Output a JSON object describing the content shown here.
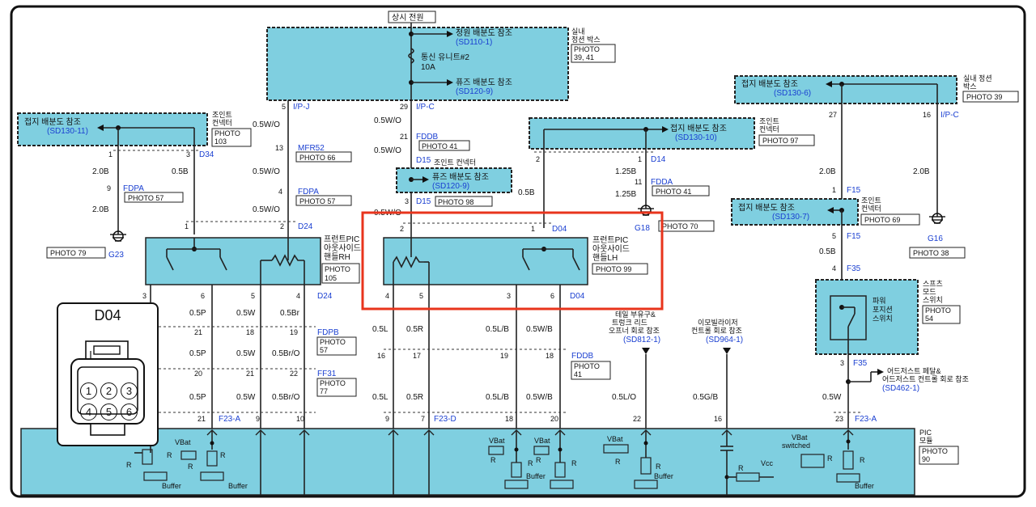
{
  "diagram": {
    "header_label": "상시 전원",
    "power_box": {
      "ref1": "정원 배분도 참조",
      "ref1_code": "(SD110-1)",
      "fuse": "통신 유니트#2",
      "fuse_rating": "10A",
      "ref2": "퓨즈 배분도 참조",
      "ref2_code": "(SD120-9)",
      "side_label_1": "실내",
      "side_label_2": "정션 박스",
      "photo": "PHOTO",
      "photo_num": "39, 41"
    },
    "right_box": {
      "ref": "접지 배분도 참조",
      "ref_code": "(SD130-6)",
      "side_1": "실내 정션",
      "side_2": "박스",
      "photo": "PHOTO 39"
    },
    "left_ground": {
      "ref": "접지 배분도 참조",
      "ref_code": "(SD130-11)",
      "side_1": "조인트",
      "side_2": "컨넥터",
      "photo": "PHOTO",
      "photo_num": "103"
    },
    "mid_ground": {
      "ref": "접지 배분도 참조",
      "ref_code": "(SD130-10)",
      "side_1": "조인트",
      "side_2": "컨넥터",
      "photo": "PHOTO 97"
    },
    "mid_fuse_ref": {
      "ref": "퓨즈 배분도 참조",
      "ref_code": "(SD120-9)",
      "side_label": "조인트 컨넥터",
      "photo": "PHOTO 98"
    },
    "right_ground": {
      "ref": "접지 배분도 참조",
      "ref_code": "(SD130-7)",
      "side_1": "조인트",
      "side_2": "컨넥터",
      "photo": "PHOTO 69"
    },
    "switch_rh": {
      "label_1": "프런트PIC",
      "label_2": "아웃사이드",
      "label_3": "핸들RH",
      "photo": "PHOTO",
      "photo_num": "105",
      "conn": "D24"
    },
    "switch_lh": {
      "label_1": "프런트PIC",
      "label_2": "아웃사이드",
      "label_3": "핸들LH",
      "photo": "PHOTO 99",
      "conn": "D04"
    },
    "parking_switch": {
      "label_1": "스프츠",
      "label_2": "모드",
      "label_3": "스위치",
      "inner_1": "파워",
      "inner_2": "포지션",
      "inner_3": "스위치",
      "photo": "PHOTO",
      "photo_num": "54"
    },
    "refs": {
      "tail_1": "테일 부유구&",
      "tail_2": "트렁크 리드",
      "tail_3": "오프너 회로 참조",
      "tail_code": "(SD812-1)",
      "immo_1": "이모빌라이저",
      "immo_2": "컨트롤 회로 참조",
      "immo_code": "(SD964-1)",
      "adj_1": "어드저스트 페달&",
      "adj_2": "어드저스트 컨트롤 회로 참조",
      "adj_code": "(SD462-1)"
    },
    "module": {
      "label_1": "PIC",
      "label_2": "모듈",
      "photo": "PHOTO",
      "photo_num": "90",
      "vbat": "VBat",
      "vbat_switched_1": "VBat",
      "vbat_switched_2": "switched",
      "r": "R",
      "buffer": "Buffer",
      "vcc": "Vcc"
    },
    "wires": {
      "ip_j": "I/P-J",
      "ip_c": "I/P-C",
      "fdpa": "FDPA",
      "mfr52": "MFR52",
      "fddb": "FDDB",
      "fdda": "FDDA",
      "f15": "F15",
      "f35": "F35",
      "fdpb": "FDPB",
      "ff31": "FF31",
      "f23a": "F23-A",
      "f23d": "F23-D",
      "d34": "D34",
      "d24": "D24",
      "d04": "D04",
      "d15": "D15",
      "d14": "D14",
      "g18": "G18",
      "g16": "G16",
      "g23": "G23"
    },
    "photos": {
      "p57": "PHOTO 57",
      "p66": "PHOTO 66",
      "p41": "PHOTO 41",
      "p70": "PHOTO 70",
      "p38": "PHOTO 38",
      "p79": "PHOTO 79",
      "p57b": "PHOTO",
      "p57b_num": "57",
      "p77": "PHOTO",
      "p77_num": "77",
      "p41b": "PHOTO",
      "p41b_num": "41"
    },
    "wire_colors": {
      "w_05wo": "0.5W/O",
      "w_20b": "2.0B",
      "w_05b": "0.5B",
      "w_125b": "1.25B",
      "w_05p": "0.5P",
      "w_05w": "0.5W",
      "w_05br": "0.5Br",
      "w_05bro": "0.5Br/O",
      "w_05l": "0.5L",
      "w_05r": "0.5R",
      "w_05lb": "0.5L/B",
      "w_05wb": "0.5W/B",
      "w_05lo": "0.5L/O",
      "w_05gb": "0.5G/B"
    }
  },
  "connector_inset": {
    "title": "D04",
    "pins": [
      "1",
      "2",
      "3",
      "4",
      "5",
      "6"
    ]
  },
  "highlight": {
    "color": "#e8341c"
  }
}
